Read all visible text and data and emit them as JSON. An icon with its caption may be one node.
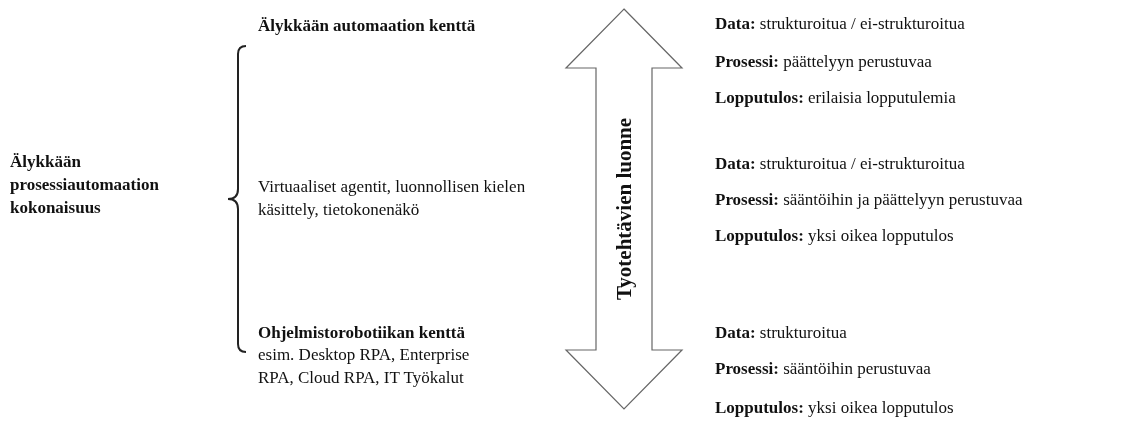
{
  "diagram": {
    "nodes": [
      {
        "text": [
          "Tyotehtävien luonne"
        ]
      }
    ],
    "labels": [
      "Älykkään prosessiautomaation kokonaisuus",
      "Älykkään automaation kenttä",
      "**Data:** strukturoitua / ei-strukturoitua",
      "**Prosessi:** päättelyyn perustuvaa",
      "**Lopputulos:** erilaisia lopputulemia",
      "Virtuaaliset agentit, luonnollisen kielen käsittely, tietokonenäkö",
      "**Data:** strukturoitua / ei-strukturoitua",
      "**Prosessi:** sääntöihin ja päättelyyn perustuvaa",
      "**Lopputulos:** yksi oikea lopputulos",
      "Ohjelmistorobotiikan kenttä",
      "esim. Desktop RPA, Enterprise RPA, Cloud RPA, IT Työkalut",
      "**Data:** strukturoitua",
      "**Prosessi:** sääntöihin perustuvaa",
      "**Lopputulos:** yksi oikea lopputulos"
    ]
  }
}
